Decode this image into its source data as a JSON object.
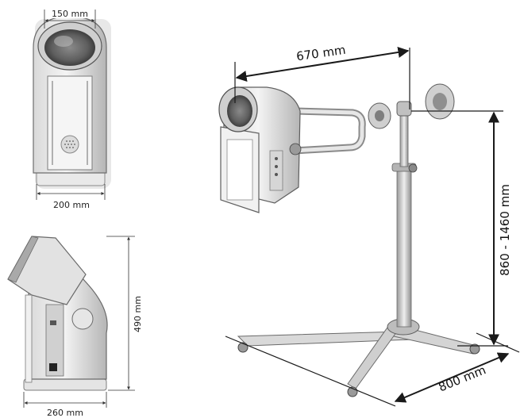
{
  "labels": {
    "top_view_width": "150 mm",
    "top_view_base": "200 mm",
    "side_view_height": "490 mm",
    "side_view_depth": "260 mm",
    "stand_arm_reach": "670 mm",
    "stand_height_range": "860 - 1460 mm",
    "stand_base_width": "800 mm"
  },
  "colors": {
    "dimension_line": "#1a1a1a",
    "device_body": "#e6e6e6",
    "device_shadow": "#bfbfbf",
    "metal": "#c8c8c8",
    "outline": "#5a5a5a"
  },
  "icons": {
    "top_view": "lamp-front-view-illustration",
    "side_view": "lamp-side-view-illustration",
    "stand": "lamp-on-stand-illustration"
  }
}
